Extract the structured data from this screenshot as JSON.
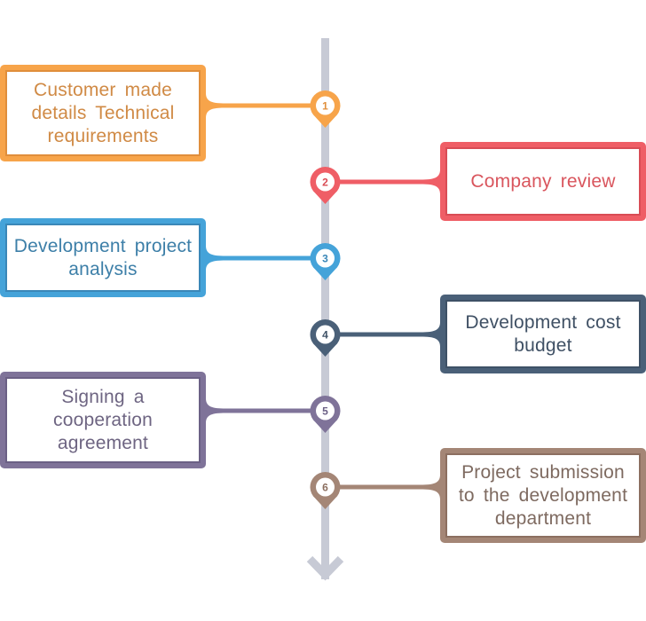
{
  "timeline": {
    "line_color": "#c7cad5",
    "steps": [
      {
        "number": "1",
        "text": "Customer made details Technical requirements",
        "color": "#f7a44a",
        "inner": "#e08e3b",
        "text_color": "#d08a45",
        "side": "left"
      },
      {
        "number": "2",
        "text": "Company review",
        "color": "#ef5e66",
        "inner": "#d94c55",
        "text_color": "#d9555d",
        "side": "right"
      },
      {
        "number": "3",
        "text": "Development project analysis",
        "color": "#45a3d9",
        "inner": "#3a87b8",
        "text_color": "#3d7fa8",
        "side": "left"
      },
      {
        "number": "4",
        "text": "Development cost budget",
        "color": "#4a6078",
        "inner": "#3e5166",
        "text_color": "#3f5064",
        "side": "right"
      },
      {
        "number": "5",
        "text": "Signing a cooperation agreement",
        "color": "#7f7399",
        "inner": "#6b6085",
        "text_color": "#6e6582",
        "side": "left"
      },
      {
        "number": "6",
        "text": "Project submission to the development department",
        "color": "#a48676",
        "inner": "#8c6f60",
        "text_color": "#7e6a60",
        "side": "right"
      }
    ]
  }
}
